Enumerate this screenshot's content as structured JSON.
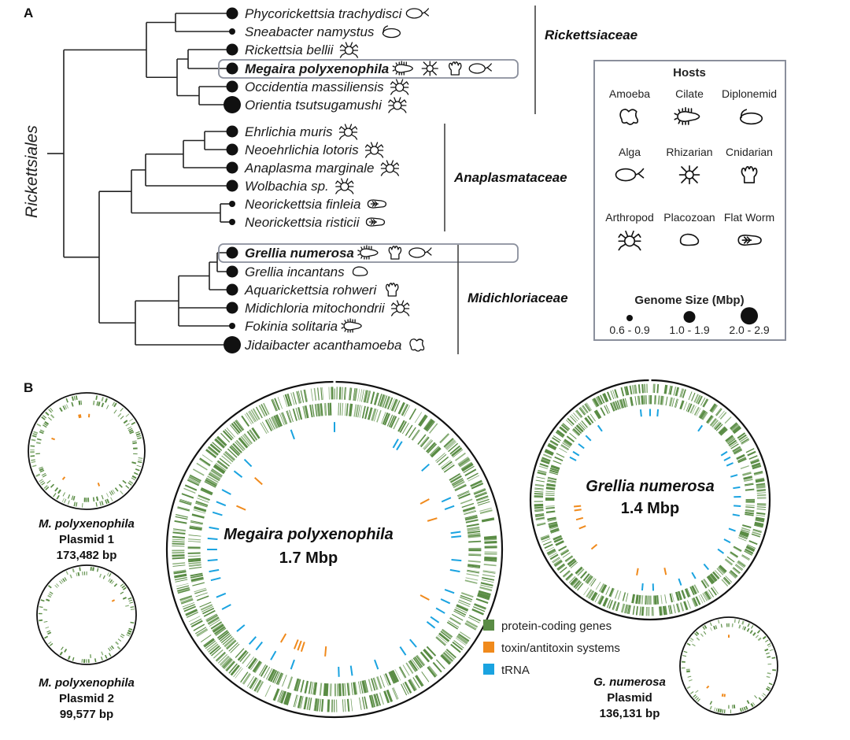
{
  "panel_a": {
    "label": "A",
    "order_label": "Rickettsiales",
    "taxa": [
      {
        "name": "Phycorickettsia trachydisci",
        "genome_class": "1.0 - 1.9",
        "hosts": [
          "alga"
        ],
        "highlight": false
      },
      {
        "name": "Sneabacter namystus",
        "genome_class": "0.6 - 0.9",
        "hosts": [
          "diplonemid"
        ],
        "highlight": false
      },
      {
        "name": "Rickettsia bellii",
        "genome_class": "1.0 - 1.9",
        "hosts": [
          "arthropod"
        ],
        "highlight": false
      },
      {
        "name": "Megaira polyxenophila",
        "genome_class": "1.0 - 1.9",
        "hosts": [
          "cilate",
          "rhizarian",
          "cnidarian",
          "alga"
        ],
        "highlight": true
      },
      {
        "name": "Occidentia massiliensis",
        "genome_class": "1.0 - 1.9",
        "hosts": [
          "arthropod"
        ],
        "highlight": false
      },
      {
        "name": "Orientia tsutsugamushi",
        "genome_class": "2.0 - 2.9",
        "hosts": [
          "arthropod"
        ],
        "highlight": false
      },
      {
        "name": "Ehrlichia muris",
        "genome_class": "1.0 - 1.9",
        "hosts": [
          "arthropod"
        ],
        "highlight": false
      },
      {
        "name": "Neoehrlichia lotoris",
        "genome_class": "1.0 - 1.9",
        "hosts": [
          "arthropod"
        ],
        "highlight": false
      },
      {
        "name": "Anaplasma marginale",
        "genome_class": "1.0 - 1.9",
        "hosts": [
          "arthropod"
        ],
        "highlight": false
      },
      {
        "name": "Wolbachia sp.",
        "genome_class": "1.0 - 1.9",
        "hosts": [
          "arthropod"
        ],
        "highlight": false
      },
      {
        "name": "Neorickettsia finleia",
        "genome_class": "0.6 - 0.9",
        "hosts": [
          "flatworm"
        ],
        "highlight": false
      },
      {
        "name": "Neorickettsia risticii",
        "genome_class": "0.6 - 0.9",
        "hosts": [
          "flatworm"
        ],
        "highlight": false
      },
      {
        "name": "Grellia numerosa",
        "genome_class": "1.0 - 1.9",
        "hosts": [
          "cilate",
          "cnidarian",
          "alga"
        ],
        "highlight": true
      },
      {
        "name": "Grellia incantans",
        "genome_class": "1.0 - 1.9",
        "hosts": [
          "placozoan"
        ],
        "highlight": false
      },
      {
        "name": "Aquarickettsia rohweri",
        "genome_class": "1.0 - 1.9",
        "hosts": [
          "cnidarian"
        ],
        "highlight": false
      },
      {
        "name": "Midichloria mitochondrii",
        "genome_class": "1.0 - 1.9",
        "hosts": [
          "arthropod"
        ],
        "highlight": false
      },
      {
        "name": "Fokinia solitaria",
        "genome_class": "0.6 - 0.9",
        "hosts": [
          "cilate"
        ],
        "highlight": false
      },
      {
        "name": "Jidaibacter acanthamoeba",
        "genome_class": "2.0 - 2.9",
        "hosts": [
          "amoeba"
        ],
        "highlight": false
      }
    ],
    "families": [
      {
        "name": "Rickettsiaceae",
        "first_taxon": 0,
        "last_taxon": 5
      },
      {
        "name": "Anaplasmataceae",
        "first_taxon": 6,
        "last_taxon": 11
      },
      {
        "name": "Midichloriaceae",
        "first_taxon": 12,
        "last_taxon": 17
      }
    ],
    "legend": {
      "hosts_title": "Hosts",
      "hosts": [
        {
          "id": "amoeba",
          "label": "Amoeba"
        },
        {
          "id": "cilate",
          "label": "Cilate"
        },
        {
          "id": "diplonemid",
          "label": "Diplonemid"
        },
        {
          "id": "alga",
          "label": "Alga"
        },
        {
          "id": "rhizarian",
          "label": "Rhizarian"
        },
        {
          "id": "cnidarian",
          "label": "Cnidarian"
        },
        {
          "id": "arthropod",
          "label": "Arthropod"
        },
        {
          "id": "placozoan",
          "label": "Placozoan"
        },
        {
          "id": "flatworm",
          "label": "Flat Worm"
        }
      ],
      "genome_title": "Genome Size (Mbp)",
      "genome_classes": [
        "0.6 - 0.9",
        "1.0 - 1.9",
        "2.0 - 2.9"
      ]
    }
  },
  "panel_b": {
    "label": "B",
    "genomes": [
      {
        "id": "mp-chrom",
        "name": "Megaira polyxenophila",
        "size": "1.7 Mbp",
        "type": "chromosome",
        "trna_count_shown": 42,
        "ta_count_shown": 10
      },
      {
        "id": "gn-chrom",
        "name": "Grellia numerosa",
        "size": "1.4 Mbp",
        "type": "chromosome",
        "trna_count_shown": 30,
        "ta_count_shown": 7
      },
      {
        "id": "mp-p1",
        "name": "M. polyxenophila",
        "line2": "Plasmid 1",
        "size": "173,482 bp",
        "type": "plasmid",
        "trna_count_shown": 0,
        "ta_count_shown": 6
      },
      {
        "id": "mp-p2",
        "name": "M. polyxenophila",
        "line2": "Plasmid 2",
        "size": "99,577 bp",
        "type": "plasmid",
        "trna_count_shown": 0,
        "ta_count_shown": 1
      },
      {
        "id": "gn-p",
        "name": "G. numerosa",
        "line2": "Plasmid",
        "size": "136,131 bp",
        "type": "plasmid",
        "trna_count_shown": 0,
        "ta_count_shown": 4
      }
    ],
    "track_legend": [
      {
        "label": "protein-coding genes",
        "color": "#5a8c45"
      },
      {
        "label": "toxin/antitoxin systems",
        "color": "#f08a1c"
      },
      {
        "label": "tRNA",
        "color": "#1aa3e0"
      }
    ]
  },
  "colors": {
    "gene": "#5a8c45",
    "toxin": "#f08a1c",
    "trna": "#1aa3e0",
    "highlight_box": "#8a8f9c",
    "legend_box": "#8a8f9c"
  }
}
